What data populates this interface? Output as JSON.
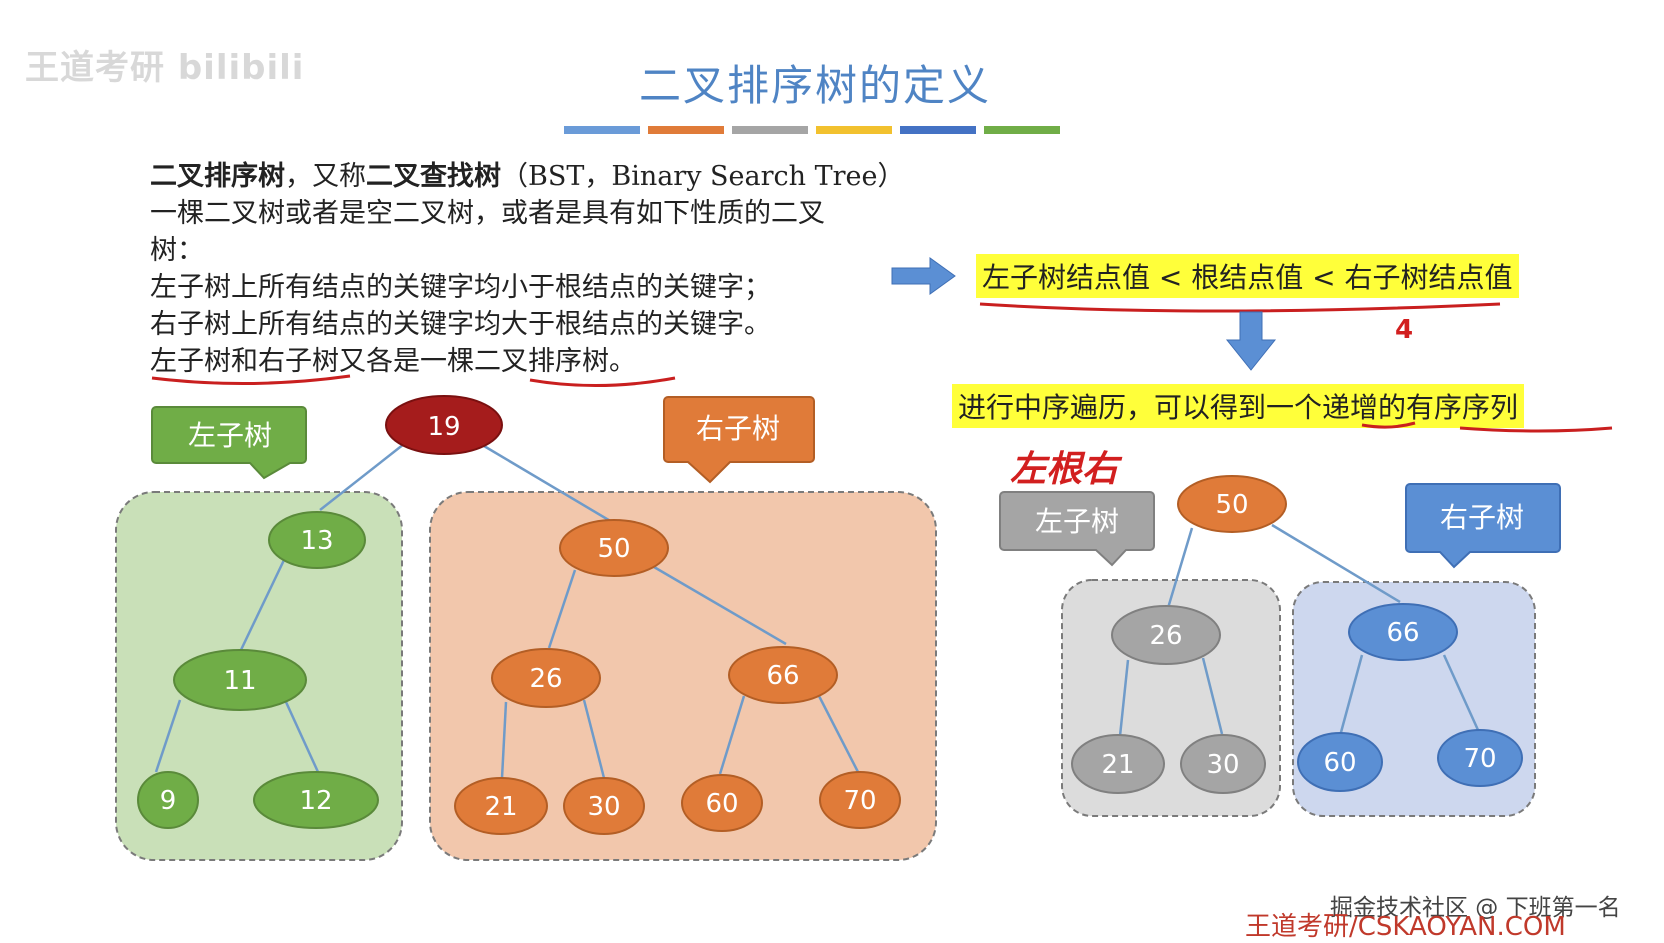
{
  "slide": {
    "title": "二叉排序树的定义",
    "color_bar": [
      "#6a9bd8",
      "#e07b39",
      "#a5a5a5",
      "#f2c12e",
      "#4472c4",
      "#70ad47"
    ]
  },
  "definition": {
    "line1_bold1": "二叉排序树",
    "line1_mid": "，又称",
    "line1_bold2": "二叉查找树",
    "line1_tail": "（BST，Binary Search Tree）",
    "line2": "一棵二叉树或者是空二叉树，或者是具有如下性质的二叉",
    "line3": "树：",
    "line4": "左子树上所有结点的关键字均小于根结点的关键字；",
    "line5": "右子树上所有结点的关键字均大于根结点的关键字。",
    "line6_a": "左子树和右子树",
    "line6_b": "又各是一棵",
    "line6_c": "二叉排序树",
    "line6_d": "。"
  },
  "property": {
    "inequality": "左子树结点值 < 根结点值 < 右子树结点值",
    "inorder": "进行中序遍历，可以得到一个递增的有序序列",
    "handwritten_order": "左根右",
    "handwritten_mark": "4"
  },
  "left_tree": {
    "left_label": "左子树",
    "right_label": "右子树",
    "nodes": {
      "root": "19",
      "l": "13",
      "ll": "11",
      "lll": "9",
      "llr": "12",
      "r": "50",
      "rl": "26",
      "rr": "66",
      "rll": "21",
      "rlr": "30",
      "rrl": "60",
      "rrr": "70"
    }
  },
  "right_tree": {
    "left_label": "左子树",
    "right_label": "右子树",
    "nodes": {
      "root": "50",
      "l": "26",
      "r": "66",
      "ll": "21",
      "lr": "30",
      "rl": "60",
      "rr": "70"
    }
  },
  "watermarks": {
    "bilibili": "王道考研 bilibili",
    "community": "掘金技术社区 @ 下班第一名",
    "site": "王道考研/CSKAOYAN.COM"
  },
  "colors": {
    "green": "#70ad47",
    "green_bg": "#c9e0b8",
    "orange": "#e07b39",
    "orange_bg": "#f2c7ac",
    "root_red": "#a51c1c",
    "gray": "#a5a5a5",
    "gray_bg": "#dcdcdc",
    "blue": "#5b8fd4",
    "blue_bg": "#cdd7ee",
    "arrow_blue": "#5b8fd4",
    "highlight": "#ffff3a"
  }
}
